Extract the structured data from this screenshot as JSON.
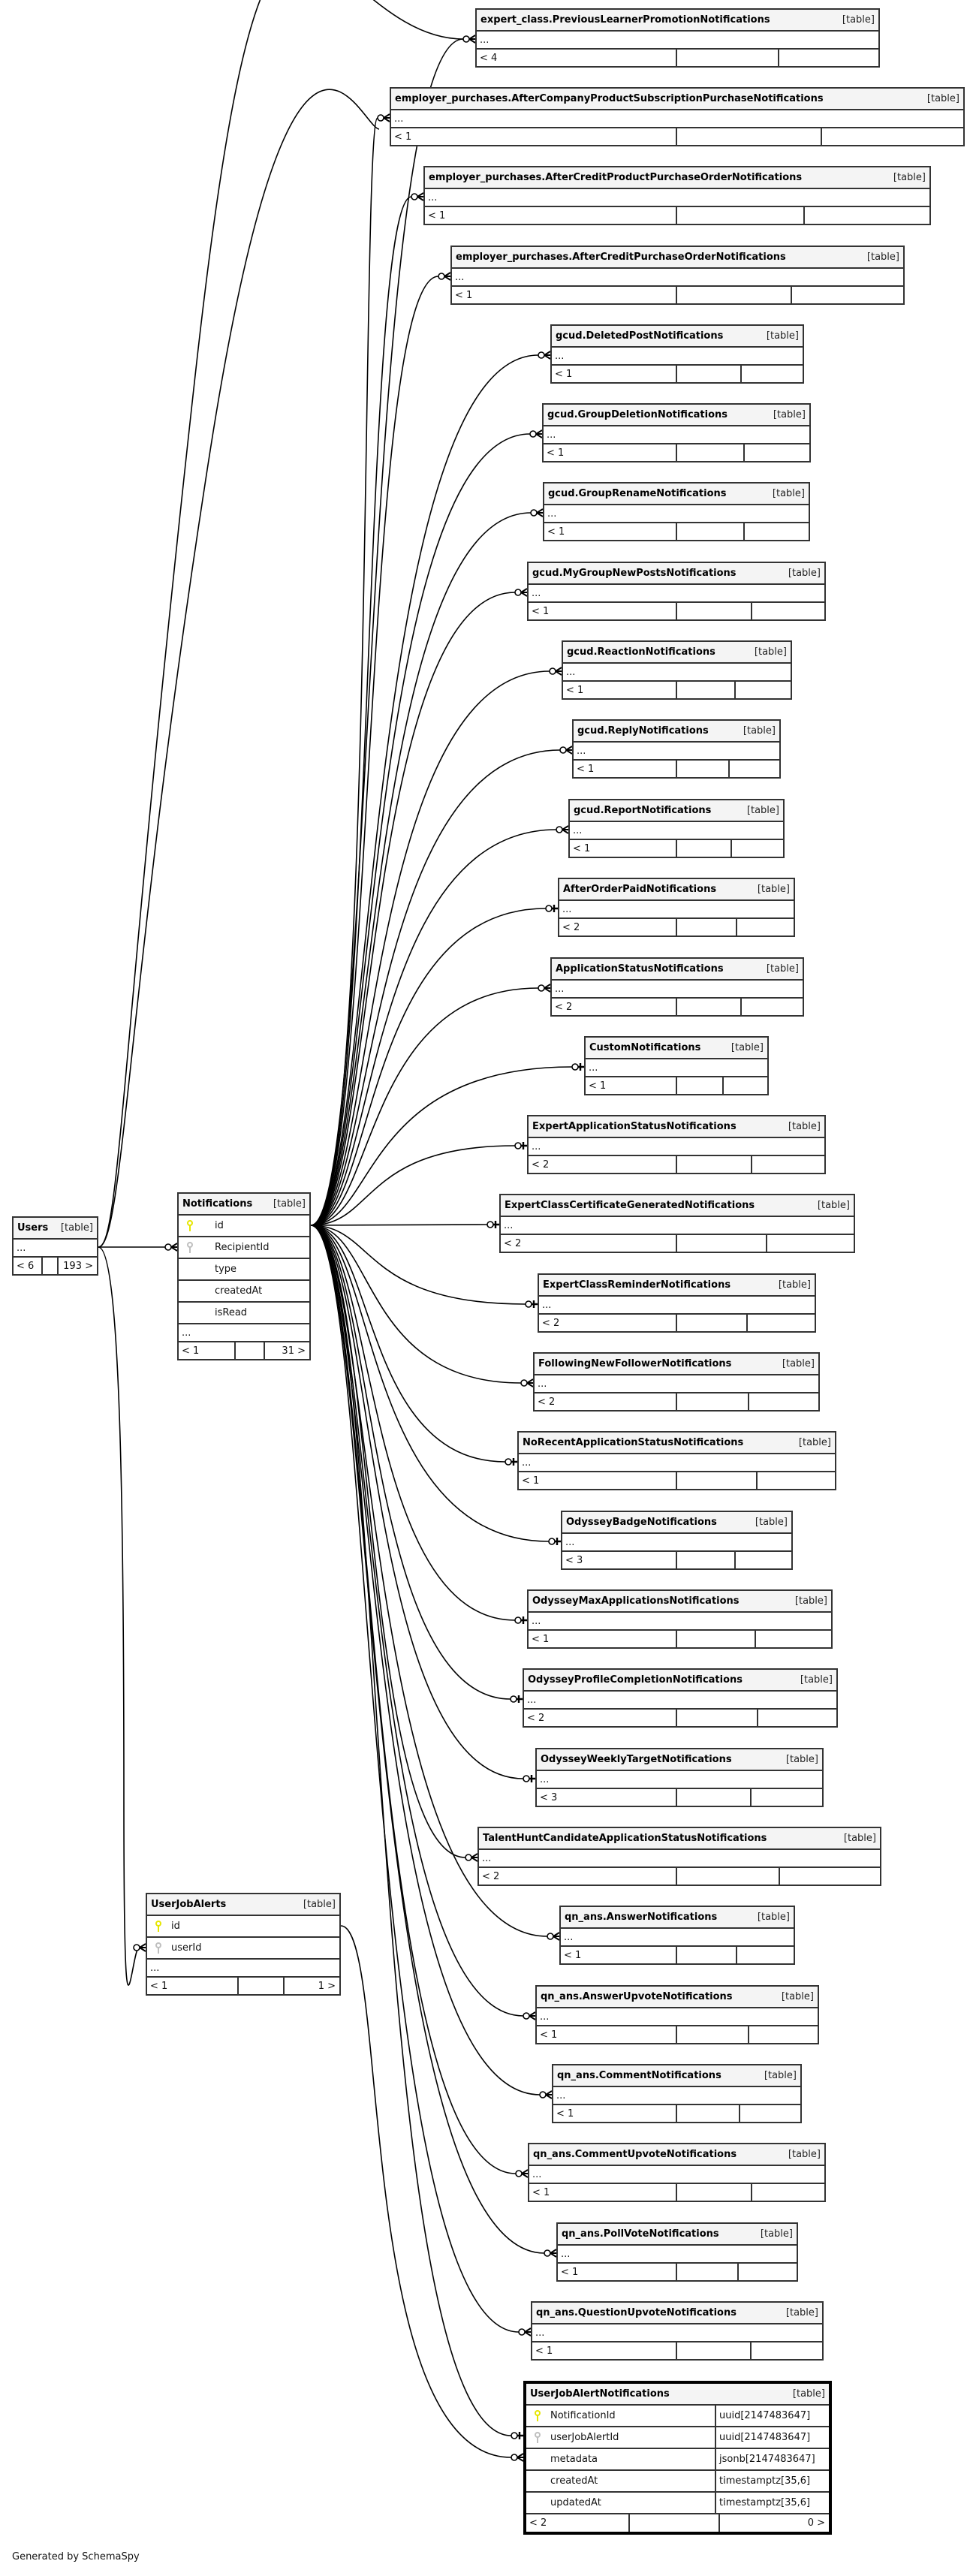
{
  "colors": {
    "border": "#333333",
    "header_bg": "#f4f4f4",
    "primary_key": "#e6e600",
    "foreign_key": "#bfbfbf",
    "edge": "#000000"
  },
  "footer": "Generated by SchemaSpy",
  "kind_label": "[table]",
  "ellipsis": "...",
  "focus_table": {
    "id": "UserJobAlertNotifications",
    "name": "UserJobAlertNotifications",
    "columns": [
      {
        "name": "NotificationId",
        "type": "uuid[2147483647]",
        "key": "primary"
      },
      {
        "name": "userJobAlertId",
        "type": "uuid[2147483647]",
        "key": "foreign"
      },
      {
        "name": "metadata",
        "type": "jsonb[2147483647]",
        "key": ""
      },
      {
        "name": "createdAt",
        "type": "timestamptz[35,6]",
        "key": ""
      },
      {
        "name": "updatedAt",
        "type": "timestamptz[35,6]",
        "key": ""
      }
    ],
    "parents": "< 2",
    "children": "0 >"
  },
  "users": {
    "name": "Users",
    "parents": "< 6",
    "children": "193 >"
  },
  "notifications": {
    "name": "Notifications",
    "columns": [
      {
        "name": "id",
        "key": "primary"
      },
      {
        "name": "RecipientId",
        "key": "foreign"
      },
      {
        "name": "type",
        "key": ""
      },
      {
        "name": "createdAt",
        "key": ""
      },
      {
        "name": "isRead",
        "key": ""
      }
    ],
    "parents": "< 1",
    "children": "31 >"
  },
  "user_job_alerts": {
    "name": "UserJobAlerts",
    "columns": [
      {
        "name": "id",
        "key": "primary"
      },
      {
        "name": "userId",
        "key": "foreign"
      }
    ],
    "parents": "< 1",
    "children": "1 >"
  },
  "child_tables": [
    {
      "name": "expert_class.PreviousLearnerPromotionNotifications",
      "parents": "< 4",
      "cardinality": "many"
    },
    {
      "name": "employer_purchases.AfterCompanyProductSubscriptionPurchaseNotifications",
      "parents": "< 1",
      "cardinality": "many"
    },
    {
      "name": "employer_purchases.AfterCreditProductPurchaseOrderNotifications",
      "parents": "< 1",
      "cardinality": "many"
    },
    {
      "name": "employer_purchases.AfterCreditPurchaseOrderNotifications",
      "parents": "< 1",
      "cardinality": "many"
    },
    {
      "name": "gcud.DeletedPostNotifications",
      "parents": "< 1",
      "cardinality": "many"
    },
    {
      "name": "gcud.GroupDeletionNotifications",
      "parents": "< 1",
      "cardinality": "many"
    },
    {
      "name": "gcud.GroupRenameNotifications",
      "parents": "< 1",
      "cardinality": "many"
    },
    {
      "name": "gcud.MyGroupNewPostsNotifications",
      "parents": "< 1",
      "cardinality": "many"
    },
    {
      "name": "gcud.ReactionNotifications",
      "parents": "< 1",
      "cardinality": "many"
    },
    {
      "name": "gcud.ReplyNotifications",
      "parents": "< 1",
      "cardinality": "many"
    },
    {
      "name": "gcud.ReportNotifications",
      "parents": "< 1",
      "cardinality": "many"
    },
    {
      "name": "AfterOrderPaidNotifications",
      "parents": "< 2",
      "cardinality": "one"
    },
    {
      "name": "ApplicationStatusNotifications",
      "parents": "< 2",
      "cardinality": "many"
    },
    {
      "name": "CustomNotifications",
      "parents": "< 1",
      "cardinality": "one"
    },
    {
      "name": "ExpertApplicationStatusNotifications",
      "parents": "< 2",
      "cardinality": "one"
    },
    {
      "name": "ExpertClassCertificateGeneratedNotifications",
      "parents": "< 2",
      "cardinality": "one"
    },
    {
      "name": "ExpertClassReminderNotifications",
      "parents": "< 2",
      "cardinality": "one"
    },
    {
      "name": "FollowingNewFollowerNotifications",
      "parents": "< 2",
      "cardinality": "many"
    },
    {
      "name": "NoRecentApplicationStatusNotifications",
      "parents": "< 1",
      "cardinality": "one"
    },
    {
      "name": "OdysseyBadgeNotifications",
      "parents": "< 3",
      "cardinality": "one"
    },
    {
      "name": "OdysseyMaxApplicationsNotifications",
      "parents": "< 1",
      "cardinality": "one"
    },
    {
      "name": "OdysseyProfileCompletionNotifications",
      "parents": "< 2",
      "cardinality": "one"
    },
    {
      "name": "OdysseyWeeklyTargetNotifications",
      "parents": "< 3",
      "cardinality": "one"
    },
    {
      "name": "TalentHuntCandidateApplicationStatusNotifications",
      "parents": "< 2",
      "cardinality": "many"
    },
    {
      "name": "qn_ans.AnswerNotifications",
      "parents": "< 1",
      "cardinality": "many"
    },
    {
      "name": "qn_ans.AnswerUpvoteNotifications",
      "parents": "< 1",
      "cardinality": "many"
    },
    {
      "name": "qn_ans.CommentNotifications",
      "parents": "< 1",
      "cardinality": "many"
    },
    {
      "name": "qn_ans.CommentUpvoteNotifications",
      "parents": "< 1",
      "cardinality": "many"
    },
    {
      "name": "qn_ans.PollVoteNotifications",
      "parents": "< 1",
      "cardinality": "many"
    },
    {
      "name": "qn_ans.QuestionUpvoteNotifications",
      "parents": "< 1",
      "cardinality": "many"
    }
  ]
}
